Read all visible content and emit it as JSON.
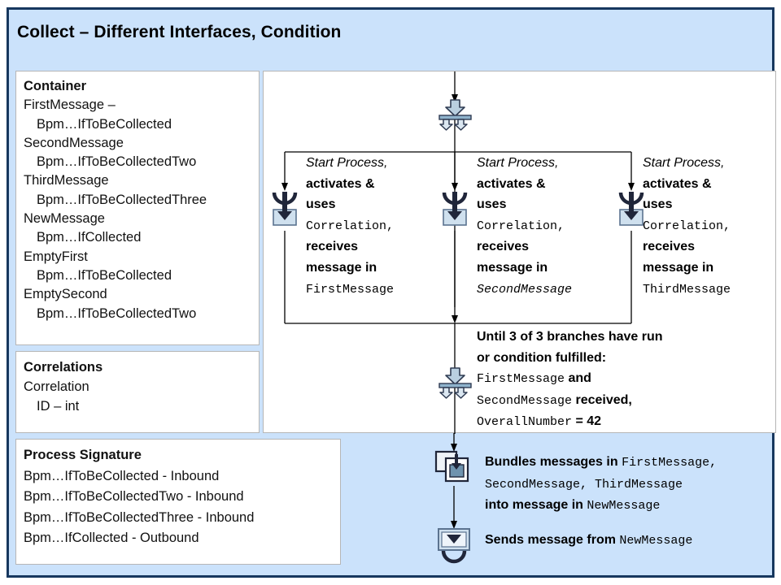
{
  "slide": {
    "title": "Collect – Different Interfaces, Condition",
    "background_color": "#cbe2fb",
    "border_color": "#17375e"
  },
  "container_panel": {
    "heading": "Container",
    "lines": [
      {
        "text": "FirstMessage –",
        "indent": false
      },
      {
        "text": "Bpm…IfToBeCollected",
        "indent": true
      },
      {
        "text": "SecondMessage",
        "indent": false
      },
      {
        "text": "Bpm…IfToBeCollectedTwo",
        "indent": true
      },
      {
        "text": "ThirdMessage",
        "indent": false
      },
      {
        "text": "Bpm…IfToBeCollectedThree",
        "indent": true
      },
      {
        "text": "NewMessage",
        "indent": false
      },
      {
        "text": "Bpm…IfCollected",
        "indent": true
      },
      {
        "text": "EmptyFirst",
        "indent": false
      },
      {
        "text": "Bpm…IfToBeCollected",
        "indent": true
      },
      {
        "text": "EmptySecond",
        "indent": false
      },
      {
        "text": "Bpm…IfToBeCollectedTwo",
        "indent": true
      }
    ]
  },
  "correlations_panel": {
    "heading": "Correlations",
    "lines": [
      {
        "text": "Correlation",
        "indent": false
      },
      {
        "text": "ID – int",
        "indent": true
      }
    ]
  },
  "signature_panel": {
    "heading": "Process Signature",
    "lines": [
      {
        "text": "Bpm…IfToBeCollected  - Inbound",
        "indent": false
      },
      {
        "text": "Bpm…IfToBeCollectedTwo  - Inbound",
        "indent": false
      },
      {
        "text": "Bpm…IfToBeCollectedThree  - Inbound",
        "indent": false
      },
      {
        "text": "Bpm…IfCollected  - Outbound",
        "indent": false
      }
    ]
  },
  "flow": {
    "split_gateway_icon": "fork-split-icon",
    "join_gateway_icon": "fork-join-icon",
    "receive_icon": "receive-message-icon",
    "bundle_icon": "bundle-messages-icon",
    "send_icon": "send-message-icon",
    "branches": [
      {
        "start_label": "Start Process,",
        "line2": "activates &",
        "line3": "uses",
        "correlation": "Correlation,",
        "line5": "receives",
        "line6": "message in",
        "message": "FirstMessage",
        "message_italic": false
      },
      {
        "start_label": "Start Process,",
        "line2": "activates &",
        "line3": "uses",
        "correlation": "Correlation,",
        "line5": "receives",
        "line6": "message in",
        "message": "SecondMessage",
        "message_italic": true
      },
      {
        "start_label": "Start Process,",
        "line2": "activates &",
        "line3": "uses",
        "correlation": "Correlation,",
        "line5": "receives",
        "line6": "message in",
        "message": "ThirdMessage",
        "message_italic": false
      }
    ],
    "condition": {
      "line1": "Until 3 of 3 branches have run",
      "line2": "or condition fulfilled:",
      "line3_mono": "FirstMessage",
      "line3_bold": " and",
      "line4_mono": "SecondMessage",
      "line4_bold": " received,",
      "line5_mono": "OverallNumber",
      "line5_bold": " = 42"
    }
  },
  "bottom": {
    "bundle": {
      "line1_bold": "Bundles messages in ",
      "line1_mono": "FirstMessage,",
      "line2_mono": "SecondMessage, ThirdMessage",
      "line3_bold": "into message in ",
      "line3_mono": "NewMessage"
    },
    "send": {
      "text_bold": "Sends message from ",
      "text_mono": "NewMessage"
    }
  }
}
